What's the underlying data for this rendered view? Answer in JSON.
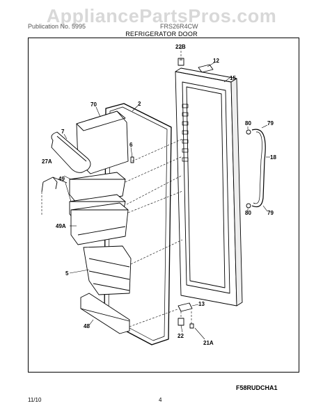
{
  "watermark": "AppliancePartsPros.com",
  "header": {
    "left_text": "Publication No. 5995",
    "right_text": "FRS26R4CW",
    "title": "REFRIGERATOR DOOR"
  },
  "labels": [
    {
      "id": "22B",
      "text": "22B"
    },
    {
      "id": "12",
      "text": "12"
    },
    {
      "id": "15",
      "text": "15"
    },
    {
      "id": "70",
      "text": "70"
    },
    {
      "id": "2",
      "text": "2"
    },
    {
      "id": "7",
      "text": "7"
    },
    {
      "id": "6",
      "text": "6"
    },
    {
      "id": "80a",
      "text": "80"
    },
    {
      "id": "79a",
      "text": "79"
    },
    {
      "id": "27A",
      "text": "27A"
    },
    {
      "id": "18",
      "text": "18"
    },
    {
      "id": "49",
      "text": "49"
    },
    {
      "id": "80b",
      "text": "80"
    },
    {
      "id": "79b",
      "text": "79"
    },
    {
      "id": "49A",
      "text": "49A"
    },
    {
      "id": "5",
      "text": "5"
    },
    {
      "id": "13",
      "text": "13"
    },
    {
      "id": "48",
      "text": "48"
    },
    {
      "id": "22",
      "text": "22"
    },
    {
      "id": "21A",
      "text": "21A"
    }
  ],
  "footer": {
    "diagram_code": "F58RUDCHA1",
    "date": "11/10",
    "page_number": "4"
  }
}
